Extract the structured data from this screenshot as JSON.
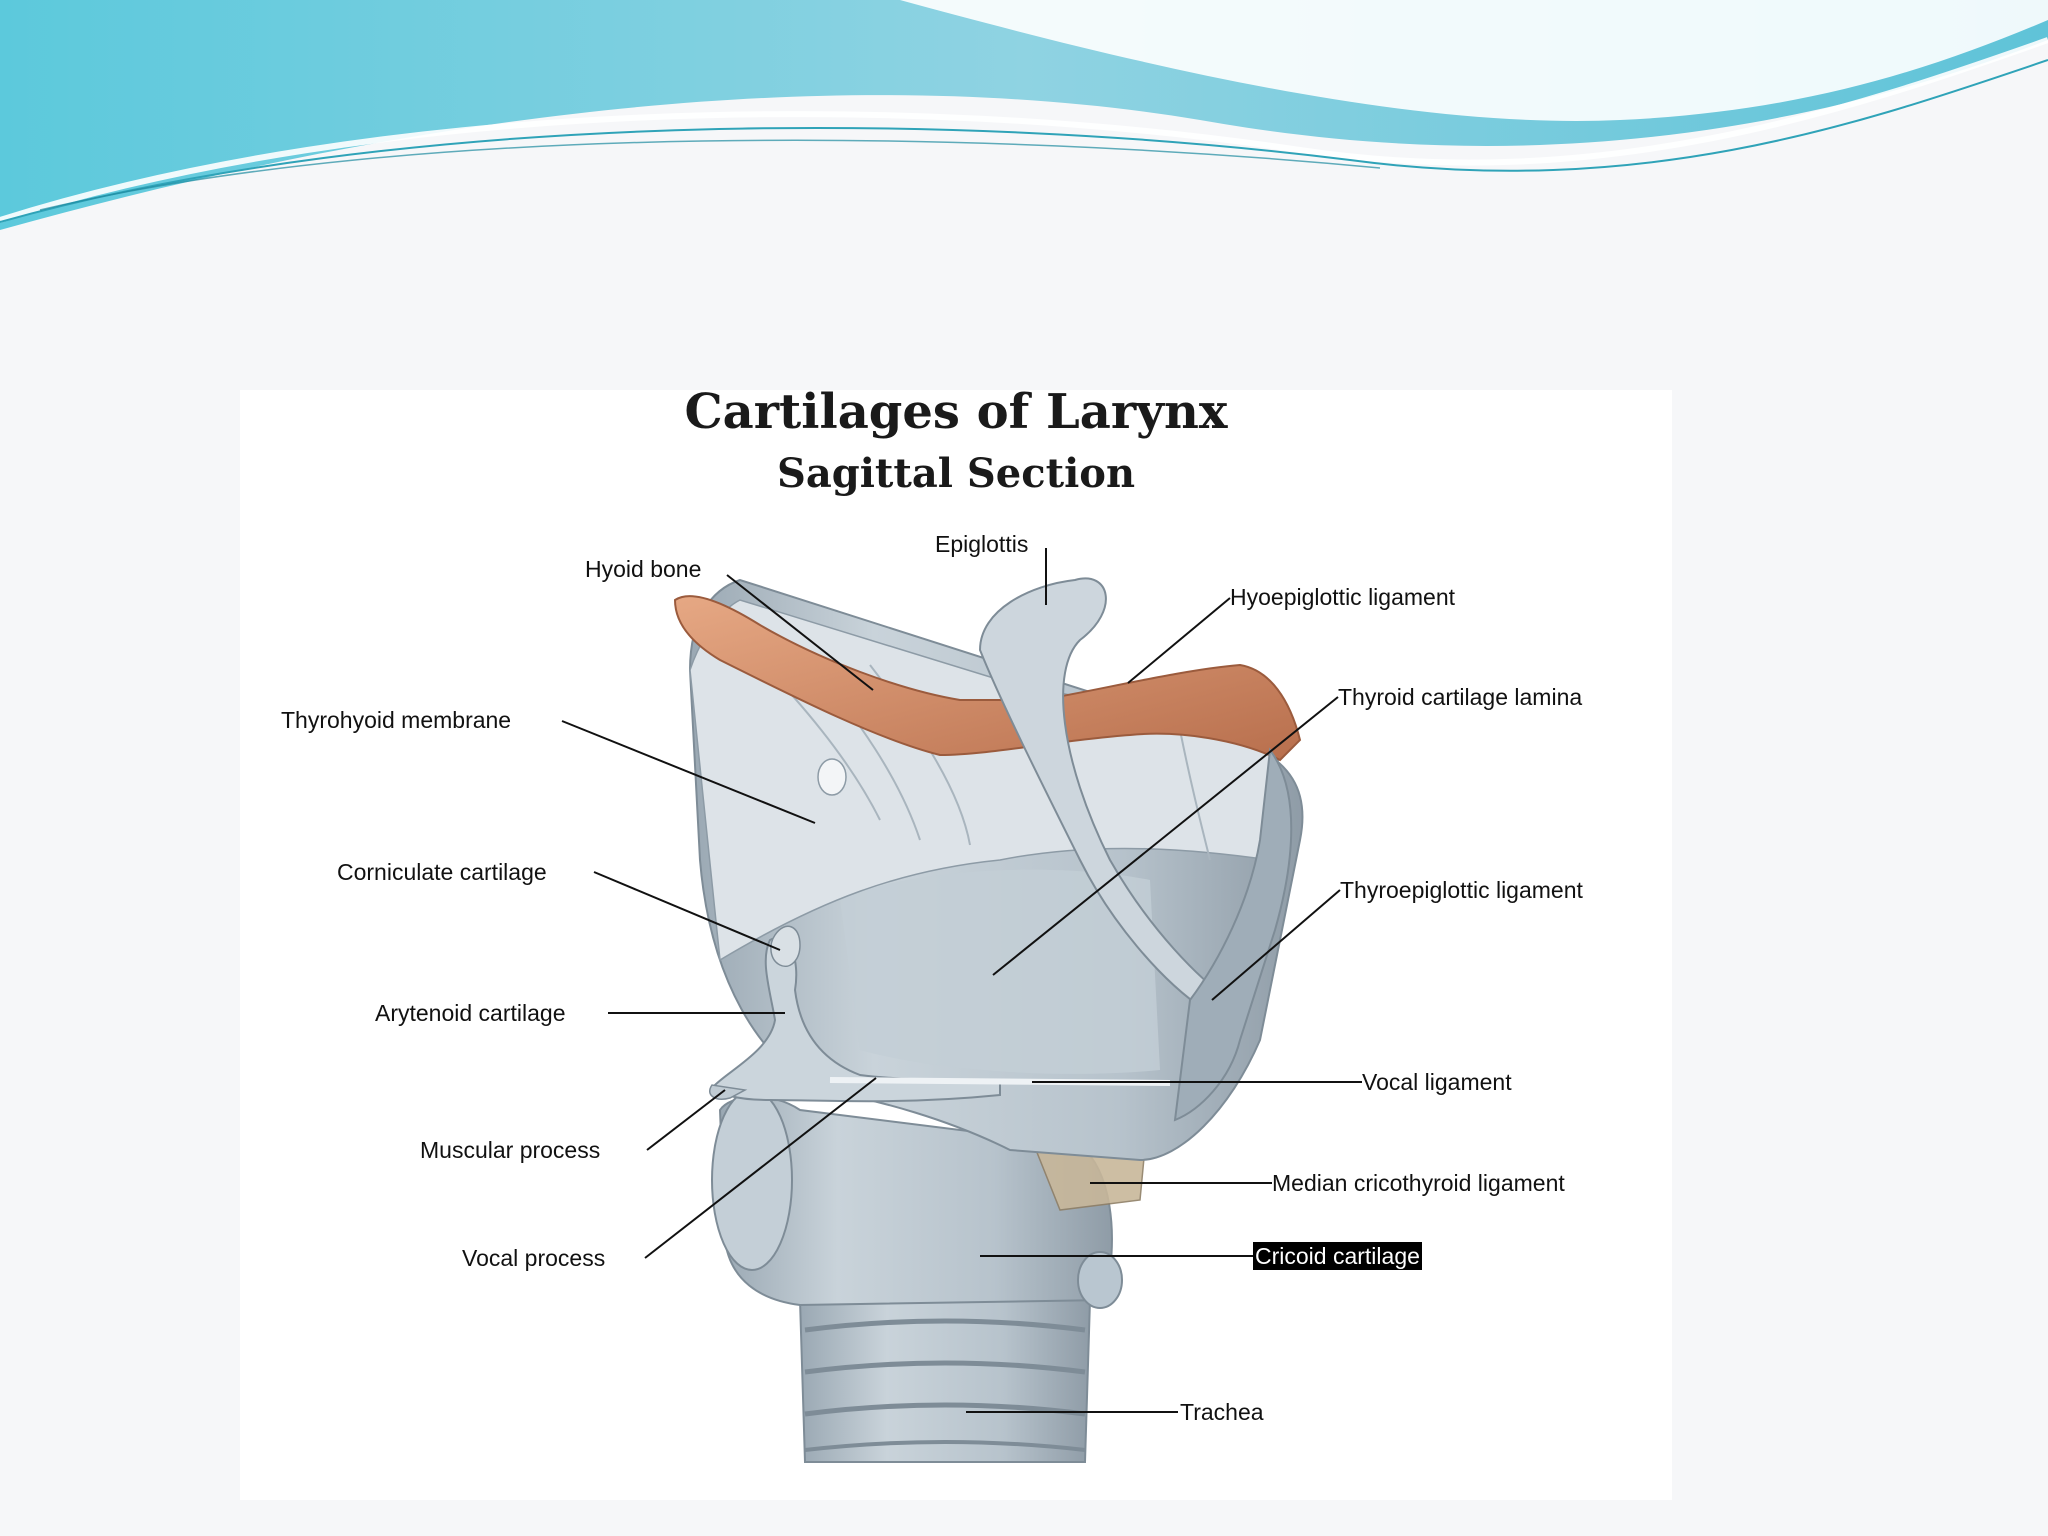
{
  "figure": {
    "title": "Cartilages of Larynx",
    "subtitle": "Sagittal Section"
  },
  "labels": {
    "epiglottis": "Epiglottis",
    "hyoid_bone": "Hyoid bone",
    "hyoepiglottic_ligament": "Hyoepiglottic ligament",
    "thyroid_cartilage_lamina": "Thyroid cartilage lamina",
    "thyrohyoid_membrane": "Thyrohyoid membrane",
    "corniculate_cartilage": "Corniculate cartilage",
    "thyroepiglottic_ligament": "Thyroepiglottic ligament",
    "arytenoid_cartilage": "Arytenoid cartilage",
    "vocal_ligament": "Vocal ligament",
    "muscular_process": "Muscular process",
    "median_cricothyroid_ligament": "Median cricothyroid ligament",
    "vocal_process": "Vocal process",
    "cricoid_cartilage": "Cricoid cartilage",
    "trachea": "Trachea"
  },
  "colors": {
    "cartilage": "#b9c6d0",
    "cartilage_light": "#d6dee4",
    "cartilage_dark": "#8d9ba6",
    "bone": "#cf8a66",
    "membrane": "#c8b79a",
    "header_teal": "#5fc3d8",
    "header_light": "#a8e0ea"
  }
}
